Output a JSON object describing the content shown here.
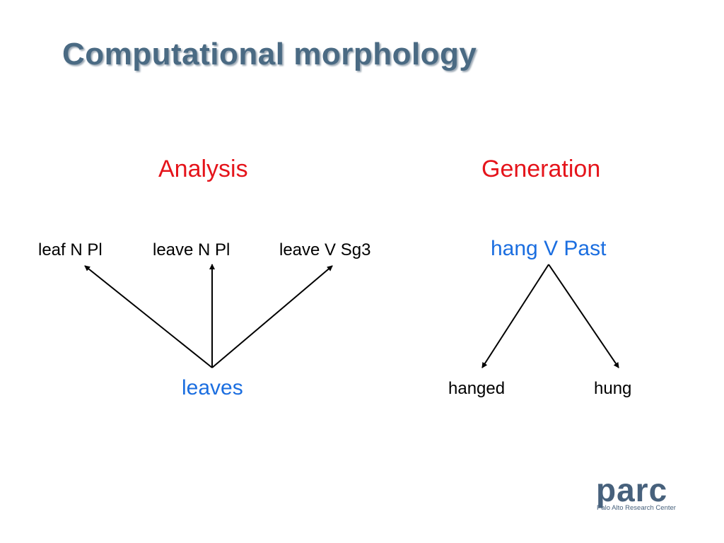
{
  "title": "Computational morphology",
  "analysis": {
    "heading": "Analysis",
    "outputs": [
      "leaf N Pl",
      "leave N Pl",
      "leave V Sg3"
    ],
    "input": "leaves"
  },
  "generation": {
    "heading": "Generation",
    "input": "hang V Past",
    "outputs": [
      "hanged",
      "hung"
    ]
  },
  "logo": {
    "word": "parc",
    "subtitle": "Palo Alto Research Center"
  },
  "colors": {
    "title": "#4a6a83",
    "heading": "#e5141b",
    "highlight": "#1b6ee0",
    "logo": "#47617c"
  }
}
